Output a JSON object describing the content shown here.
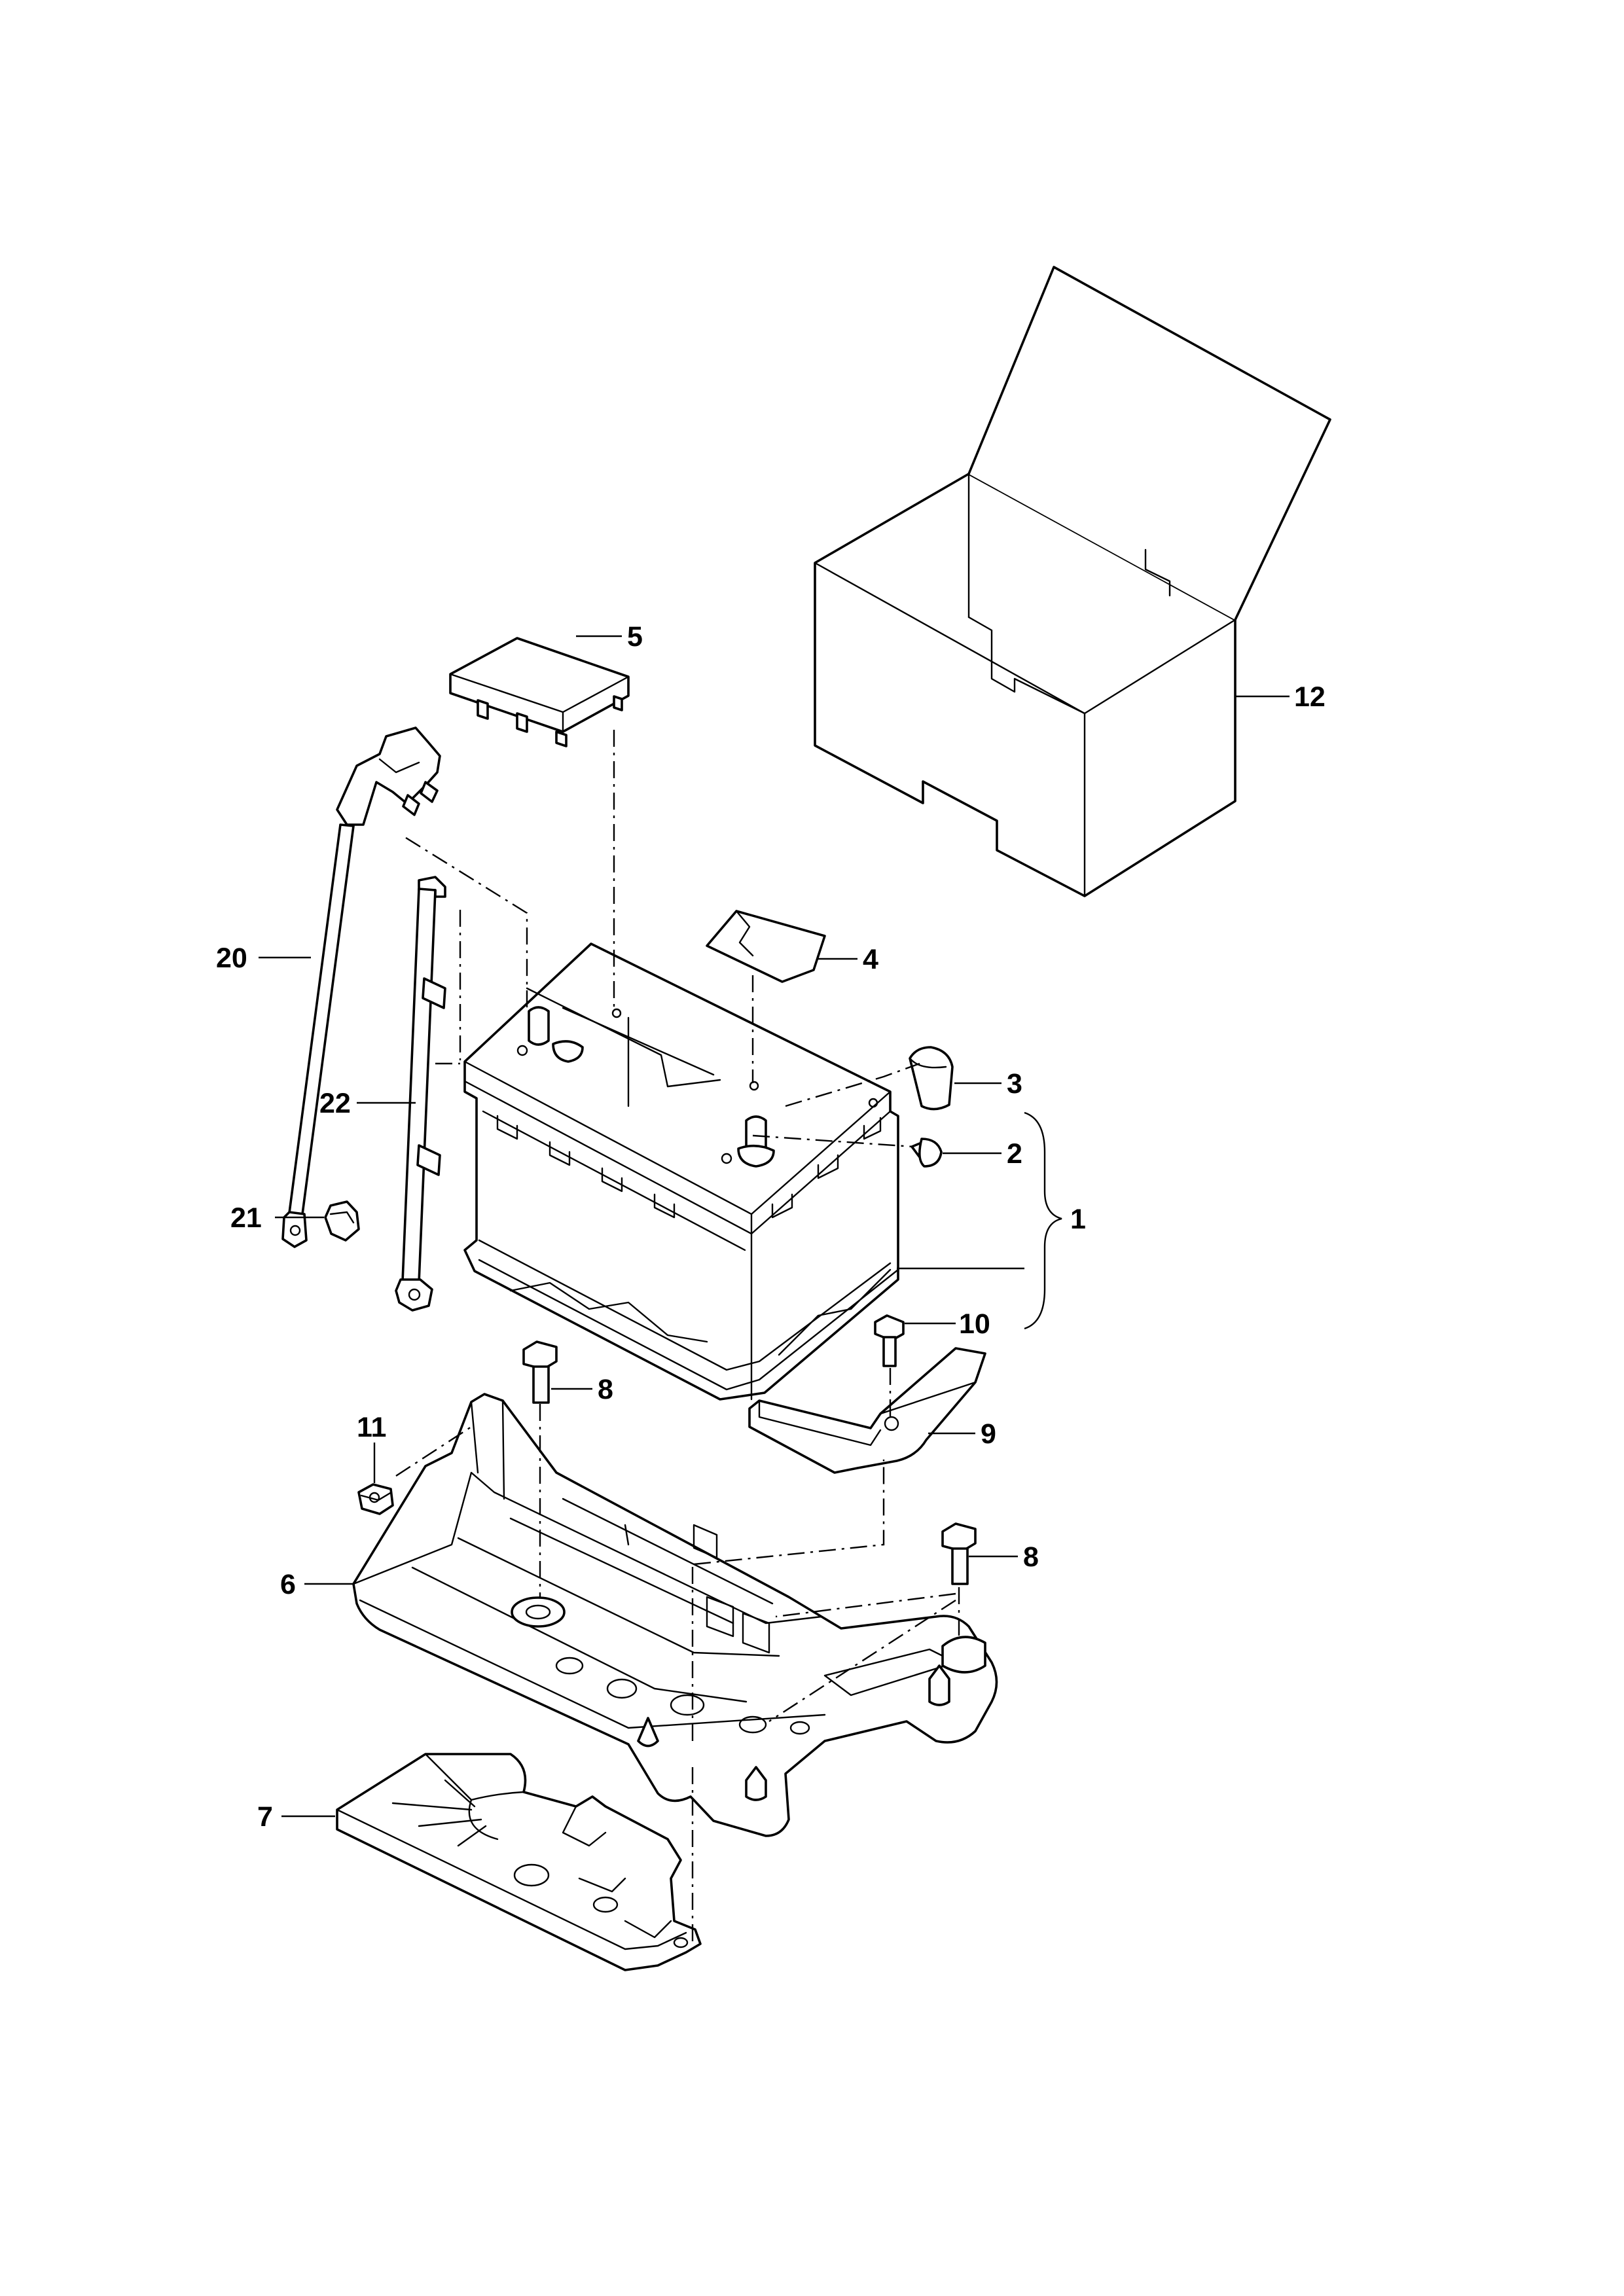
{
  "diagram": {
    "callouts": [
      {
        "id": "1",
        "text": "1"
      },
      {
        "id": "2",
        "text": "2"
      },
      {
        "id": "3",
        "text": "3"
      },
      {
        "id": "4",
        "text": "4"
      },
      {
        "id": "5",
        "text": "5"
      },
      {
        "id": "6",
        "text": "6"
      },
      {
        "id": "7",
        "text": "7"
      },
      {
        "id": "8a",
        "text": "8"
      },
      {
        "id": "8b",
        "text": "8"
      },
      {
        "id": "9",
        "text": "9"
      },
      {
        "id": "10",
        "text": "10"
      },
      {
        "id": "11",
        "text": "11"
      },
      {
        "id": "12",
        "text": "12"
      },
      {
        "id": "20",
        "text": "20"
      },
      {
        "id": "21",
        "text": "21"
      },
      {
        "id": "22",
        "text": "22"
      }
    ]
  }
}
